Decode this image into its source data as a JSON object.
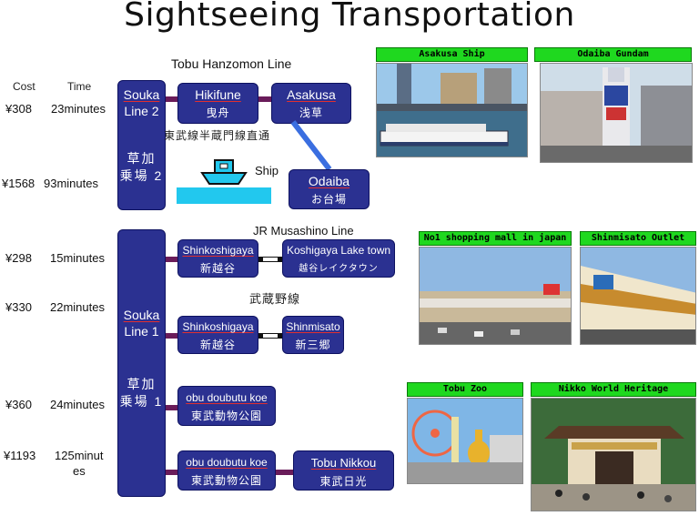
{
  "title": "Sightseeing  Transportation",
  "headers": {
    "cost": "Cost",
    "time": "Time"
  },
  "rows": [
    {
      "cost": "¥308",
      "time": "23minutes"
    },
    {
      "cost": "¥1568",
      "time": "93minutes"
    },
    {
      "cost": "¥298",
      "time": "15minutes"
    },
    {
      "cost": "¥330",
      "time": "22minutes"
    },
    {
      "cost": "¥360",
      "time": "24minutes"
    },
    {
      "cost": "¥1193",
      "time_line1": "125minut",
      "time_line2": "es"
    }
  ],
  "line_labels": {
    "tobu": "Tobu Hanzomon Line",
    "jr": "JR  Musashino Line",
    "ship": "Ship"
  },
  "notes": {
    "tobu_jp": "東武線半蔵門線直通",
    "musashino_jp": "武蔵野線"
  },
  "souka2": {
    "en1": "Souka",
    "en2": "Line 2",
    "jp1": "草加",
    "jp2": "乗場 2"
  },
  "souka1": {
    "en1": "Souka",
    "en2": "Line 1",
    "jp1": "草加",
    "jp2": "乗場 1"
  },
  "stations": {
    "hikifune": {
      "en": "Hikifune",
      "jp": "曳舟"
    },
    "asakusa": {
      "en": "Asakusa",
      "jp": "浅草"
    },
    "odaiba": {
      "en": "Odaiba",
      "jp": "お台場"
    },
    "shinkoshigaya_a": {
      "en": "Shinkoshigaya",
      "jp": "新越谷"
    },
    "laketown": {
      "en": "Koshigaya Lake town",
      "jp": "越谷レイクタウン"
    },
    "shinkoshigaya_b": {
      "en": "Shinkoshigaya",
      "jp": "新越谷"
    },
    "shinmisato": {
      "en": "Shinmisato",
      "jp": "新三郷"
    },
    "zoo_a": {
      "en": "obu doubutu koe",
      "jp": "東武動物公園"
    },
    "zoo_b": {
      "en": "obu doubutu koe",
      "jp": "東武動物公園"
    },
    "nikkou": {
      "en": "Tobu Nikkou",
      "jp": "東武日光"
    }
  },
  "photos": {
    "asakusa_ship": "Asakusa Ship",
    "odaiba_gundam": "Odaiba Gundam",
    "mall": "No1 shopping mall in japan",
    "outlet": "Shinmisato Outlet",
    "zoo": "Tobu Zoo",
    "nikko": "Nikko World Heritage"
  },
  "colors": {
    "box_fill": "#2b3191",
    "connector": "#6a1c5a",
    "photo_label": "#1fd81f",
    "water": "#22c8ee",
    "ship_route": "#3a6ee0"
  }
}
